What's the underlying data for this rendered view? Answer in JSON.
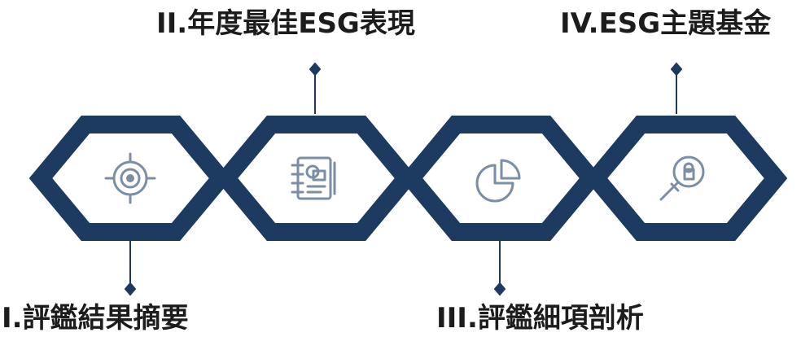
{
  "colors": {
    "hexagon": "#1d3a60",
    "icon": "#7a8ea5",
    "text": "#1c1c1c"
  },
  "sections": [
    {
      "id": "I",
      "label": "I.評鑑結果摘要",
      "icon": "target-icon"
    },
    {
      "id": "II",
      "label": "II.年度最佳ESG表現",
      "icon": "notebook-icon"
    },
    {
      "id": "III",
      "label": "III.評鑑細項剖析",
      "icon": "pie-chart-icon"
    },
    {
      "id": "IV",
      "label": "IV.ESG主題基金",
      "icon": "magnifier-icon"
    }
  ]
}
